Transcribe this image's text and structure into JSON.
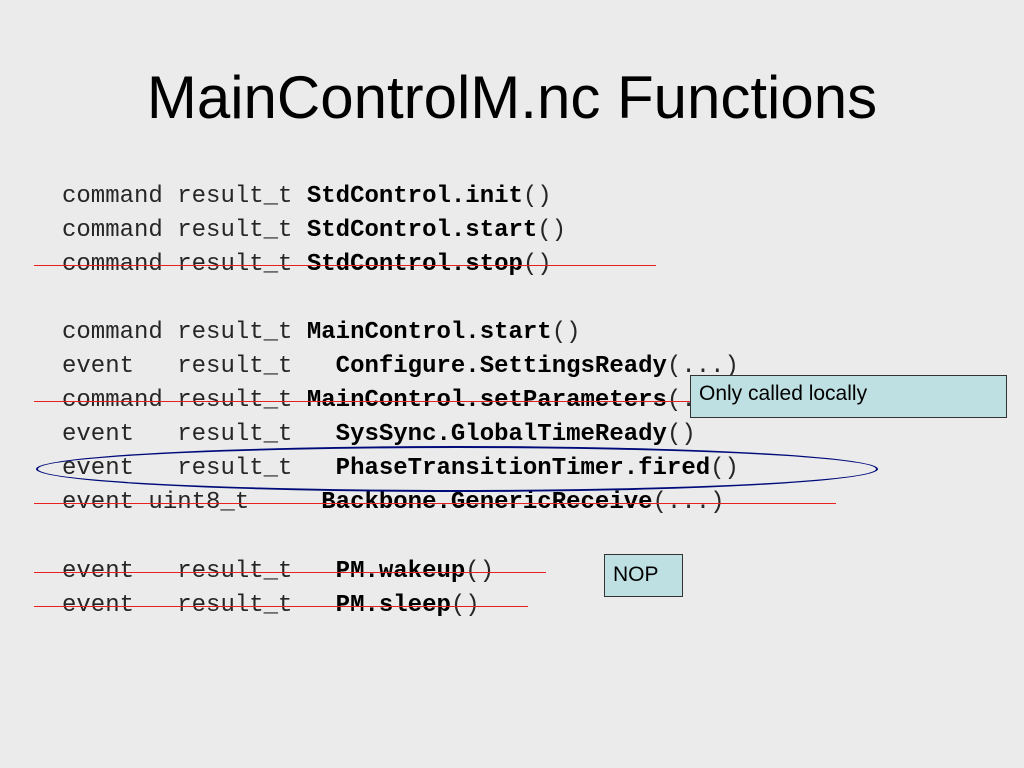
{
  "title": "MainControlM.nc Functions",
  "lines": [
    {
      "kind": "command",
      "ret": "result_t",
      "fn": "StdControl.init",
      "args": "()",
      "struck": false
    },
    {
      "kind": "command",
      "ret": "result_t",
      "fn": "StdControl.start",
      "args": "()",
      "struck": false
    },
    {
      "kind": "command",
      "ret": "result_t",
      "fn": "StdControl.stop",
      "args": "()",
      "struck": true
    },
    {
      "kind": "command",
      "ret": "result_t",
      "fn": "MainControl.start",
      "args": "()",
      "struck": false
    },
    {
      "kind": "event",
      "ret": "result_t",
      "fn": "Configure.SettingsReady",
      "args": "(...)",
      "struck": false
    },
    {
      "kind": "command",
      "ret": "result_t",
      "fn": "MainControl.setParameters",
      "args": "(...)",
      "struck": true
    },
    {
      "kind": "event",
      "ret": "result_t",
      "fn": "SysSync.GlobalTimeReady",
      "args": "()",
      "struck": false
    },
    {
      "kind": "event",
      "ret": "result_t",
      "fn": "PhaseTransitionTimer.fired",
      "args": "()",
      "struck": false,
      "circled": true
    },
    {
      "kind": "event",
      "ret": "uint8_t",
      "fn": "Backbone.GenericReceive",
      "args": "(...)",
      "struck": true
    },
    {
      "kind": "event",
      "ret": "result_t",
      "fn": "PM.wakeup",
      "args": "()",
      "struck": true
    },
    {
      "kind": "event",
      "ret": "result_t",
      "fn": "PM.sleep",
      "args": "()",
      "struck": true
    }
  ],
  "callouts": {
    "local": "Only called locally",
    "nop": "NOP"
  },
  "colors": {
    "background": "#ebebeb",
    "strike": "#e8201e",
    "oval": "#000b7a",
    "callout_fill": "#bfe0e2"
  }
}
